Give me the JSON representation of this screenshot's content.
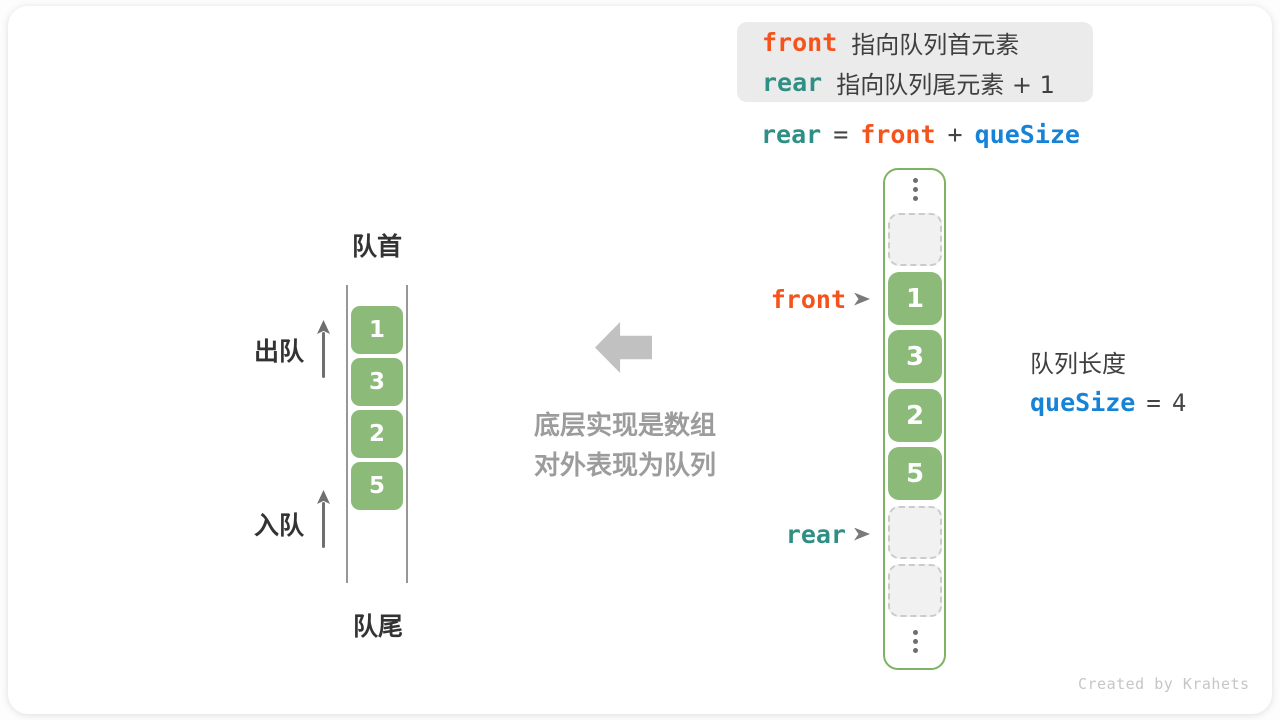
{
  "colors": {
    "front_accent": "#f4541c",
    "rear_accent": "#2f8f85",
    "quesize_accent": "#1783d7",
    "cell_green": "#8bba79",
    "frame_border_green": "#7fb364",
    "caption_gray": "#9c9c9c"
  },
  "legend": {
    "front_keyword": "front",
    "front_desc": "指向队列首元素",
    "rear_keyword": "rear",
    "rear_desc": "指向队列尾元素 + 1"
  },
  "equation": {
    "lhs": "rear",
    "equals": "=",
    "term1": "front",
    "plus": "+",
    "term2": "queSize"
  },
  "left_queue": {
    "head_label": "队首",
    "tail_label": "队尾",
    "dequeue_label": "出队",
    "enqueue_label": "入队",
    "values": [
      "1",
      "3",
      "2",
      "5"
    ]
  },
  "center_caption": {
    "line1": "底层实现是数组",
    "line2": "对外表现为队列"
  },
  "array_view": {
    "front_pointer": "front",
    "rear_pointer": "rear",
    "values": [
      "1",
      "3",
      "2",
      "5"
    ]
  },
  "size_info": {
    "label": "队列长度",
    "variable": "queSize",
    "equals": "=",
    "value": "4"
  },
  "credit": "Created by Krahets"
}
